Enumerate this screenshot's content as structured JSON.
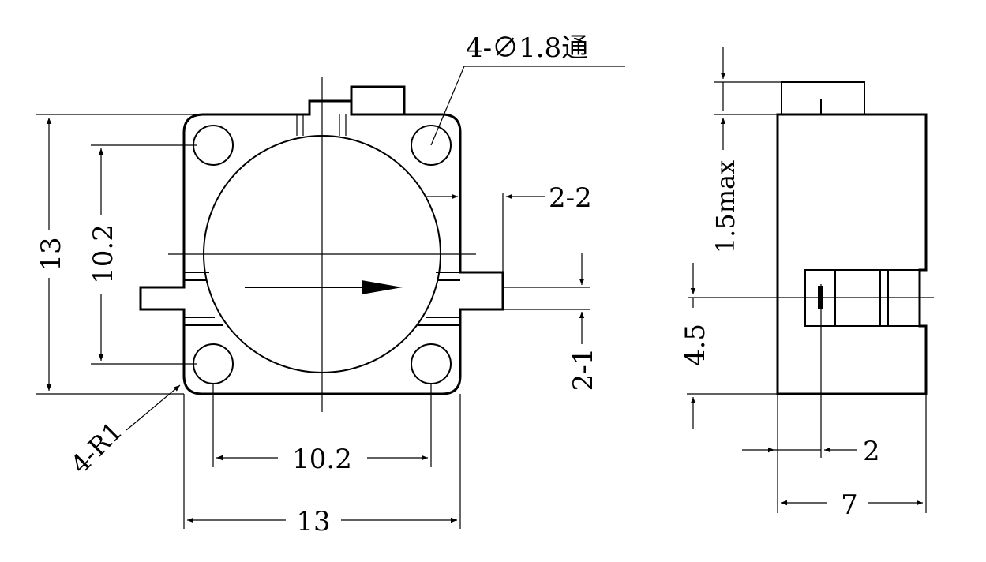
{
  "labels": {
    "hole_callout": "4-∅1.8通",
    "corner_radius": "4-R1",
    "front_height": "13",
    "front_hole_pitch_v": "10.2",
    "front_hole_pitch_h": "10.2",
    "front_width": "13",
    "tab_2_2": "2-2",
    "tab_2_1": "2-1",
    "side_connector_height": "1.5max",
    "side_offset": "4.5",
    "side_pin_offset": "2",
    "side_depth": "7"
  },
  "colors": {
    "line": "#000000",
    "background": "#ffffff"
  }
}
